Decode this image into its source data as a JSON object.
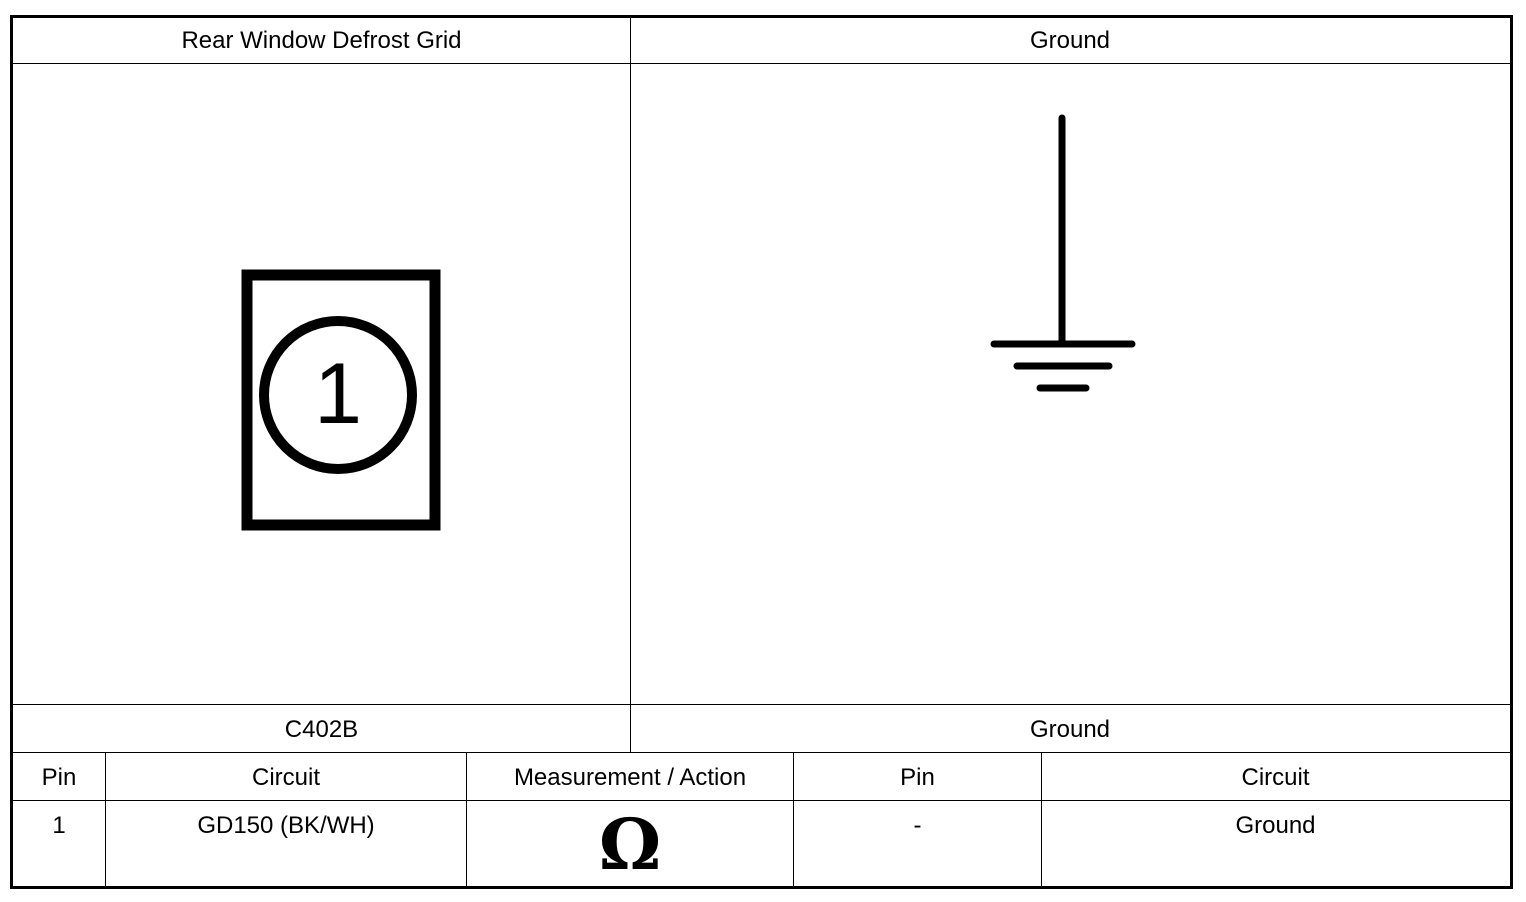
{
  "headers": {
    "left_component": "Rear Window Defrost Grid",
    "right_component": "Ground"
  },
  "connector_face": {
    "pin_label": "1",
    "icon": "connector-pin-face-icon"
  },
  "ground_symbol": {
    "icon": "ground-symbol-icon"
  },
  "connectors": {
    "left": "C402B",
    "right": "Ground"
  },
  "table": {
    "columns": [
      "Pin",
      "Circuit",
      "Measurement / Action",
      "Pin",
      "Circuit"
    ],
    "rows": [
      {
        "left_pin": "1",
        "left_circuit": "GD150 (BK/WH)",
        "measurement_icon": "ohm-icon",
        "measurement_symbol": "Ω",
        "right_pin": "-",
        "right_circuit": "Ground"
      }
    ]
  }
}
